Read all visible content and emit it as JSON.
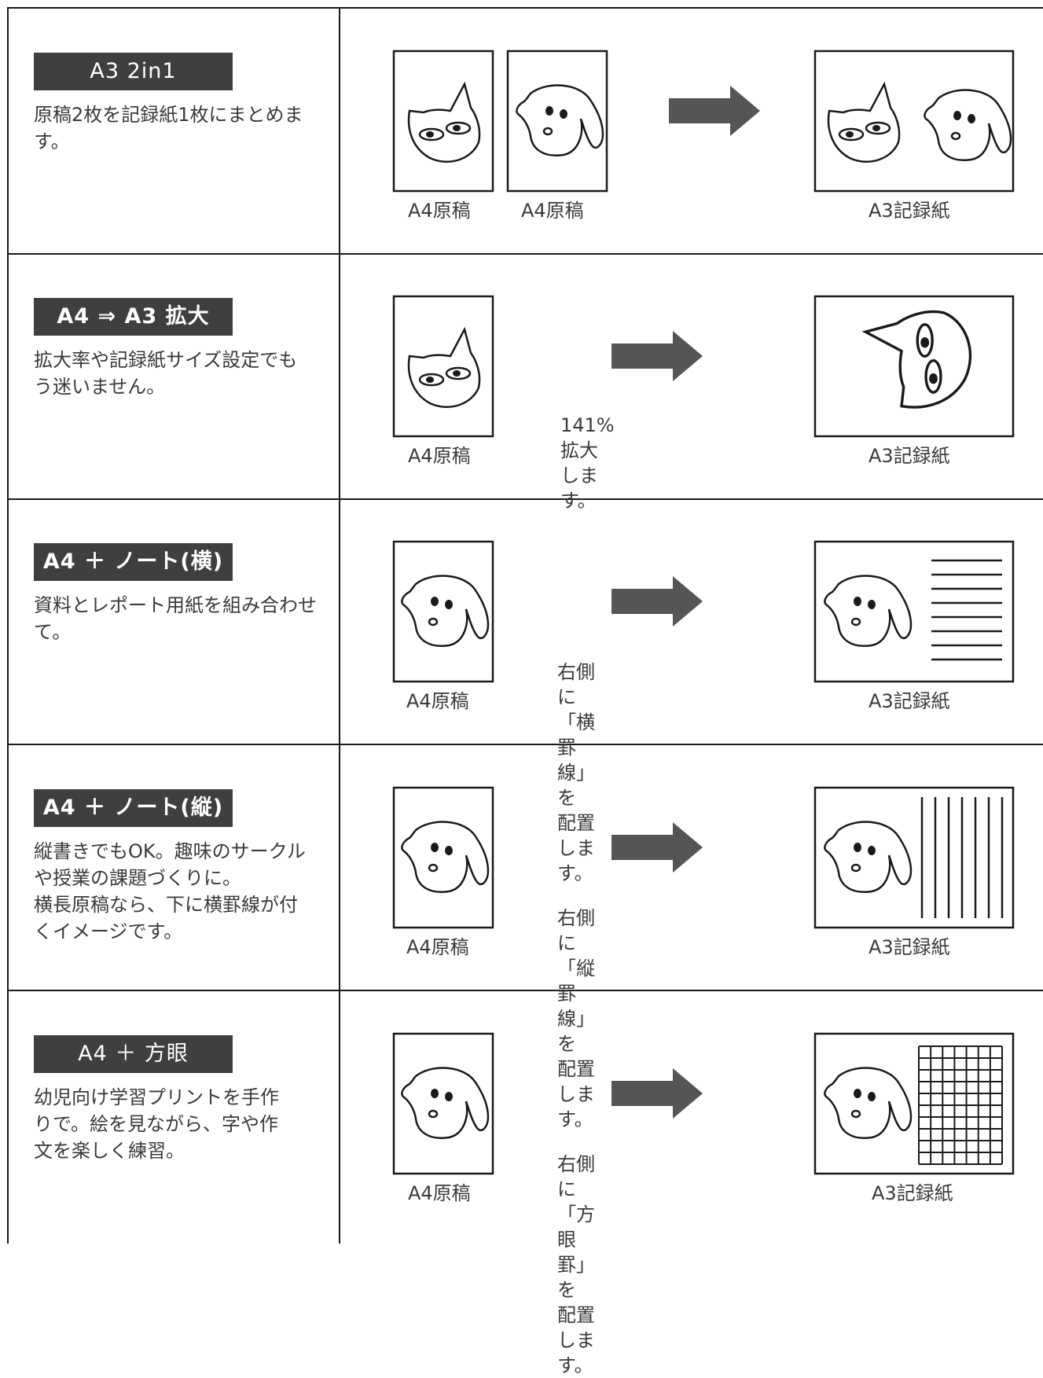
{
  "rows": [
    {
      "title": "A3 2in1",
      "description": "原稿2枚を記録紙1枚にまとめます。",
      "source_label": "A4原稿",
      "source_label_2": "A4原稿",
      "note": "",
      "output_label": "A3記録紙"
    },
    {
      "title": "A4 ⇒ A3 拡大",
      "description": "拡大率や記録紙サイズ設定でもう迷いません。",
      "source_label": "A4原稿",
      "note": "141%拡大します。",
      "output_label": "A3記録紙"
    },
    {
      "title": "A4 ＋ ノート(横)",
      "description": "資料とレポート用紙を組み合わせて。",
      "source_label": "A4原稿",
      "note": "右側に「横罫線」を\n配置します。",
      "output_label": "A3記録紙"
    },
    {
      "title": "A4 ＋ ノート(縦)",
      "description": "縦書きでもOK。趣味のサークルや授業の課題づくりに。\n横長原稿なら、下に横罫線が付くイメージです。",
      "source_label": "A4原稿",
      "note": "右側に「縦罫線」を\n配置します。",
      "output_label": "A3記録紙"
    },
    {
      "title": "A4 ＋ 方眼",
      "description": "幼児向け学習プリントを手作りで。絵を見ながら、字や作文を楽しく練習。",
      "source_label": "A4原稿",
      "note": "右側に「方眼罫」を\n配置します。",
      "output_label": "A3記録紙"
    }
  ],
  "colors": {
    "badge": "#3f3f3f",
    "arrow": "#555555",
    "line": "#1a1a1a"
  }
}
